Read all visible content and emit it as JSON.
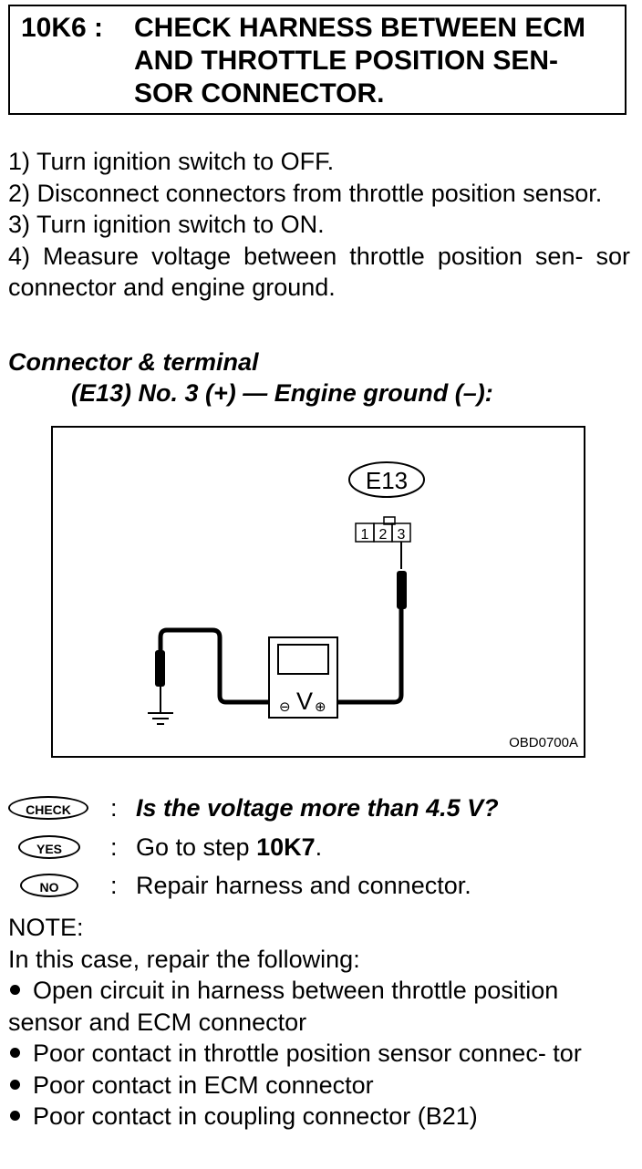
{
  "header": {
    "code": "10K6 :",
    "title": "CHECK HARNESS BETWEEN ECM\nAND THROTTLE POSITION SEN-\nSOR CONNECTOR."
  },
  "steps": [
    "1)  Turn ignition switch to OFF.",
    "2)  Disconnect connectors from throttle position sensor.",
    "3)  Turn ignition switch to ON.",
    "4)  Measure voltage between throttle position sen- sor connector and engine ground."
  ],
  "connector": {
    "heading": "Connector & terminal",
    "spec": "(E13) No. 3 (+) — Engine ground (–):"
  },
  "figure": {
    "connector_label": "E13",
    "pins": [
      "1",
      "2",
      "3"
    ],
    "meter_symbol": "V",
    "minus": "⊖",
    "plus": "⊕",
    "code": "OBD0700A"
  },
  "check": {
    "badge": "CHECK",
    "question": "Is the voltage more than 4.5 V?"
  },
  "yes": {
    "badge": "YES",
    "prefix": "Go to step ",
    "step": "10K7",
    "suffix": "."
  },
  "no": {
    "badge": "NO",
    "text": "Repair harness and connector."
  },
  "note": {
    "label": "NOTE:",
    "intro": "In this case, repair the following:",
    "items": [
      "Open circuit in harness between throttle position sensor and ECM connector",
      "Poor contact in throttle position sensor connec- tor",
      "Poor contact in ECM connector",
      "Poor contact in coupling connector (B21)"
    ]
  }
}
